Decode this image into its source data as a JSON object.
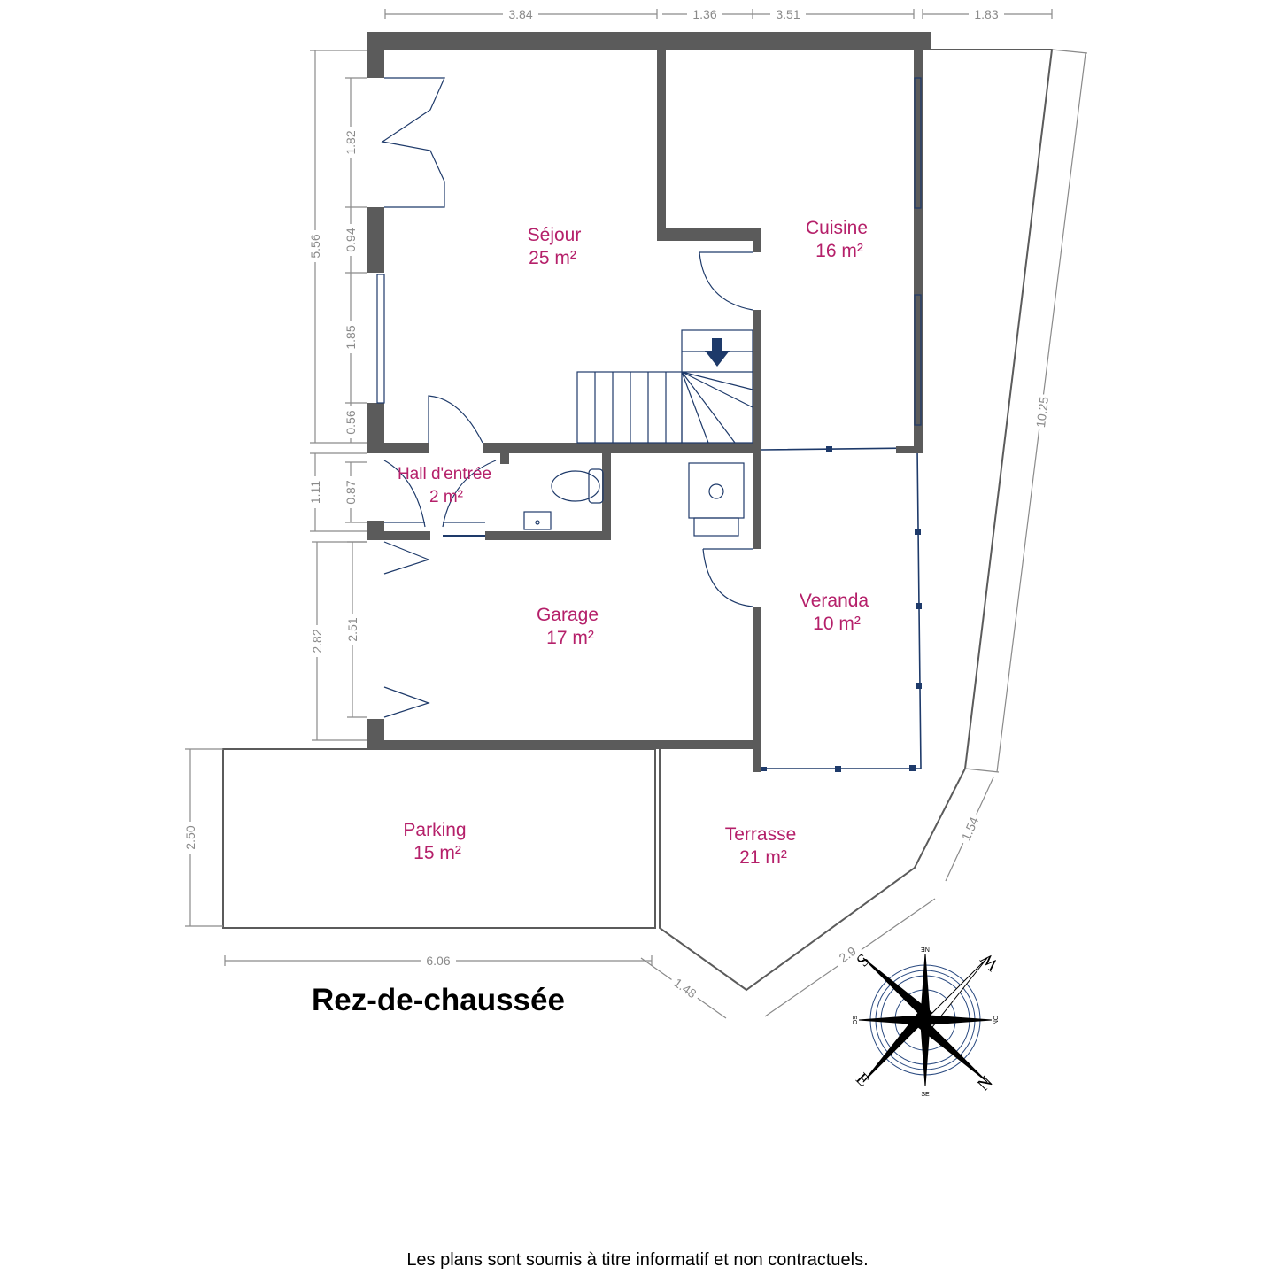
{
  "plan": {
    "title": "Rez-de-chaussée",
    "disclaimer": "Les plans sont soumis à titre informatif et non contractuels.",
    "rooms": [
      {
        "name": "Séjour",
        "area": "25 m²"
      },
      {
        "name": "Cuisine",
        "area": "16 m²"
      },
      {
        "name": "Hall d'entrée",
        "area": "2 m²"
      },
      {
        "name": "Garage",
        "area": "17 m²"
      },
      {
        "name": "Veranda",
        "area": "10 m²"
      },
      {
        "name": "Parking",
        "area": "15 m²"
      },
      {
        "name": "Terrasse",
        "area": "21 m²"
      }
    ],
    "dimensions": {
      "top": [
        "3.84",
        "1.36",
        "3.51",
        "1.83"
      ],
      "left_outer": [
        "5.56",
        "1.11",
        "2.82"
      ],
      "left_inner": [
        "1.82",
        "0.94",
        "1.85",
        "0.56",
        "0.87",
        "2.51"
      ],
      "parking_height": "2.50",
      "parking_width": "6.06",
      "right": "10.25",
      "diag_1": "1.54",
      "diag_2": "2.9",
      "diag_3": "1.48"
    },
    "compass": {
      "labels": [
        "S",
        "W",
        "N",
        "E"
      ],
      "minor": [
        "NE",
        "NO",
        "SO",
        "SE"
      ]
    },
    "colors": {
      "room_label": "#b5206a",
      "wall": "#5b5b5b",
      "fixture": "#1e3a6a"
    }
  }
}
